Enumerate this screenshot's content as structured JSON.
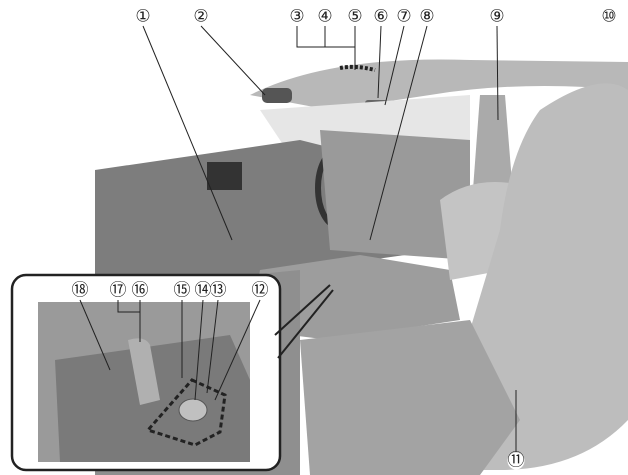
{
  "callouts": {
    "c1": "①",
    "c2": "②",
    "c3": "③",
    "c4": "④",
    "c5": "⑤",
    "c6": "⑥",
    "c7": "⑦",
    "c8": "⑧",
    "c9": "⑨",
    "c10": "⑩",
    "c11": "⑪",
    "c12": "⑫",
    "c13": "⑬",
    "c14": "⑭",
    "c15": "⑮",
    "c16": "⑯",
    "c17": "⑰",
    "c18": "⑱"
  },
  "colors": {
    "line": "#222222",
    "shade": "#8a8a8a",
    "light": "#d6d6d6",
    "mid": "#b3b3b3",
    "dark": "#5a5a5a"
  }
}
